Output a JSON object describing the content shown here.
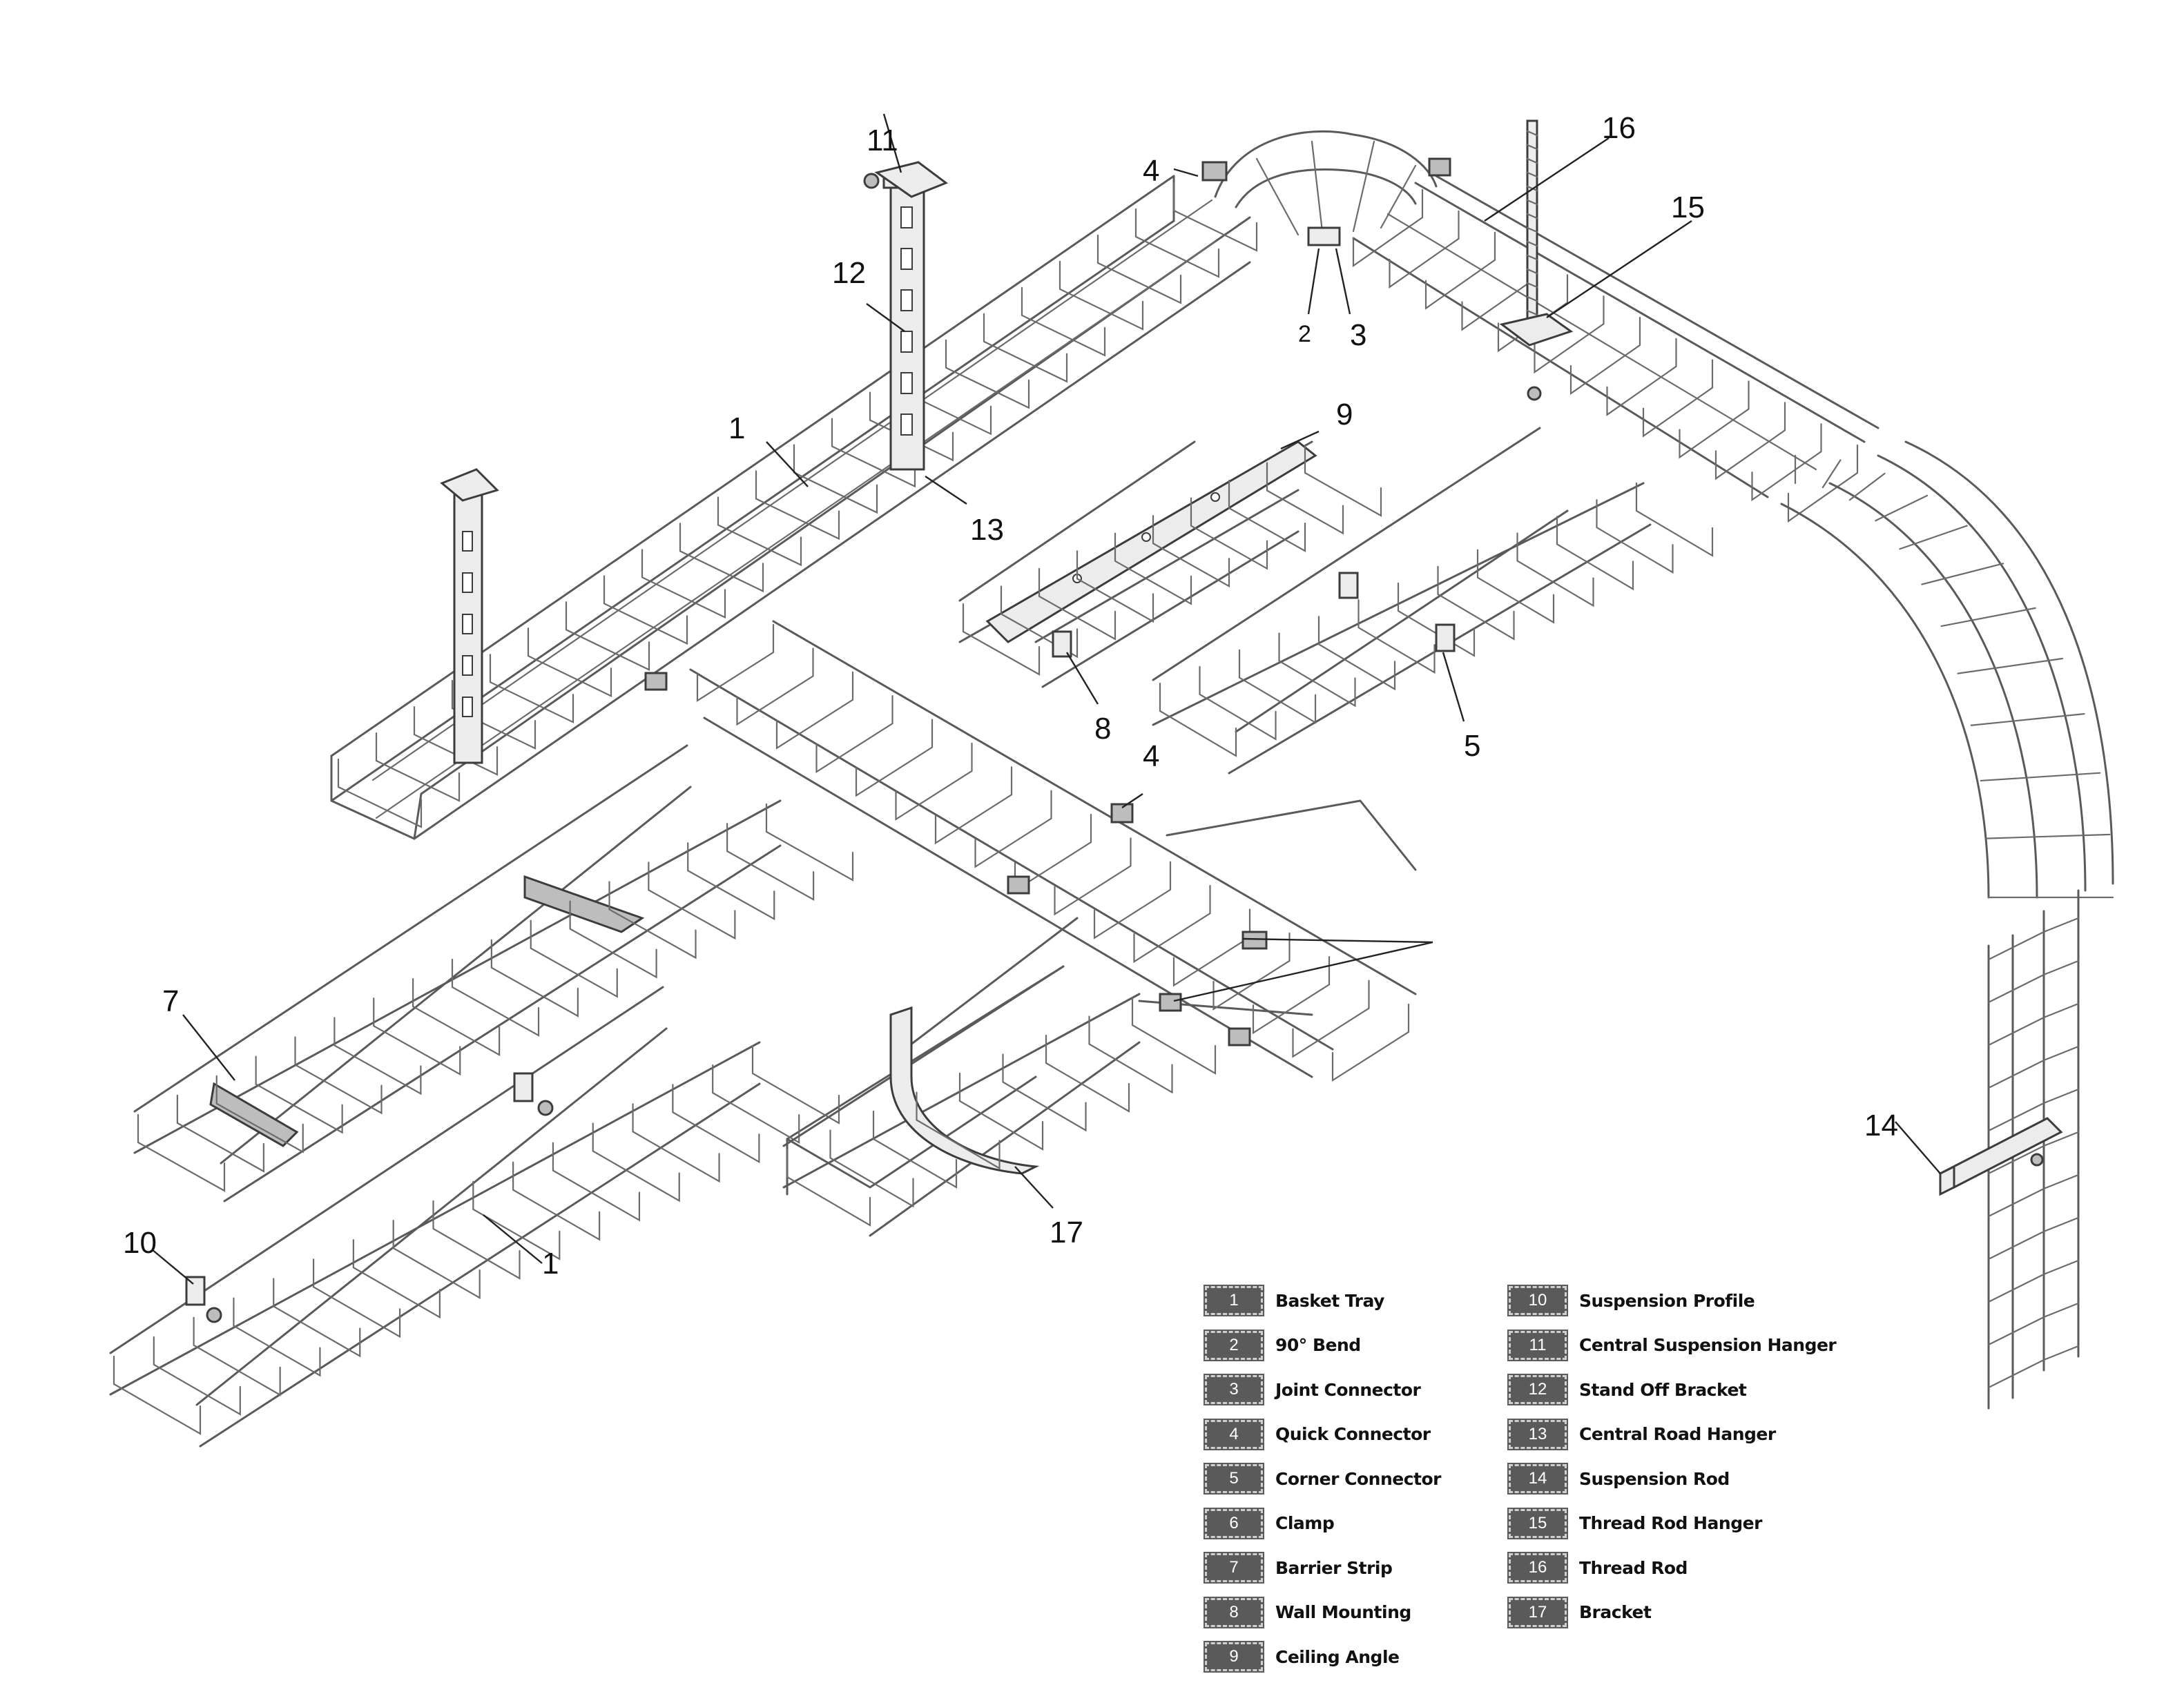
{
  "callouts": {
    "c1a": "1",
    "c1b": "1",
    "c2": "2",
    "c3": "3",
    "c4a": "4",
    "c4b": "4",
    "c5": "5",
    "c7": "7",
    "c8": "8",
    "c9": "9",
    "c10": "10",
    "c11": "11",
    "c12": "12",
    "c13": "13",
    "c14": "14",
    "c15": "15",
    "c16": "16",
    "c17": "17"
  },
  "legend": {
    "left": [
      {
        "num": "1",
        "label": "Basket Tray"
      },
      {
        "num": "2",
        "label": "90° Bend"
      },
      {
        "num": "3",
        "label": "Joint Connector"
      },
      {
        "num": "4",
        "label": "Quick Connector"
      },
      {
        "num": "5",
        "label": "Corner Connector"
      },
      {
        "num": "6",
        "label": "Clamp"
      },
      {
        "num": "7",
        "label": "Barrier Strip"
      },
      {
        "num": "8",
        "label": "Wall Mounting"
      },
      {
        "num": "9",
        "label": "Ceiling Angle"
      }
    ],
    "right": [
      {
        "num": "10",
        "label": "Suspension Profile"
      },
      {
        "num": "11",
        "label": "Central Suspension Hanger"
      },
      {
        "num": "12",
        "label": "Stand Off Bracket"
      },
      {
        "num": "13",
        "label": "Central Road Hanger"
      },
      {
        "num": "14",
        "label": "Suspension Rod"
      },
      {
        "num": "15",
        "label": "Thread Rod Hanger"
      },
      {
        "num": "16",
        "label": "Thread Rod"
      },
      {
        "num": "17",
        "label": "Bracket"
      }
    ]
  },
  "colors": {
    "wire": "#5a5a5a",
    "badge": "#5a5a5a",
    "text": "#111111"
  }
}
